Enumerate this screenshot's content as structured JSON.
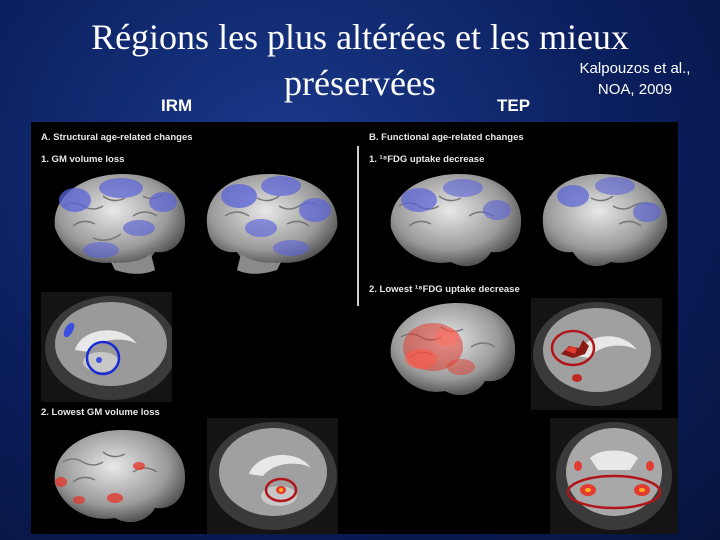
{
  "slide": {
    "title_line1": "Régions les plus altérées et les mieux",
    "title_line2": "préservées",
    "citation_line1": "Kalpouzos et al.,",
    "citation_line2": "NOA, 2009",
    "label_left": "IRM",
    "label_right": "TEP"
  },
  "figure": {
    "section_a": "A. Structural age-related changes",
    "a1": "1. GM volume loss",
    "a2": "2. Lowest GM volume loss",
    "section_b": "B. Functional age-related changes",
    "b1": "1. ¹⁸FDG uptake decrease",
    "b2": "2. Lowest ¹⁸FDG uptake decrease"
  },
  "colors": {
    "loss_overlay": "#5a63d8",
    "preserved_overlay": "#e23b30",
    "circle_blue": "#1a2bd6",
    "circle_red": "#b0151a"
  }
}
